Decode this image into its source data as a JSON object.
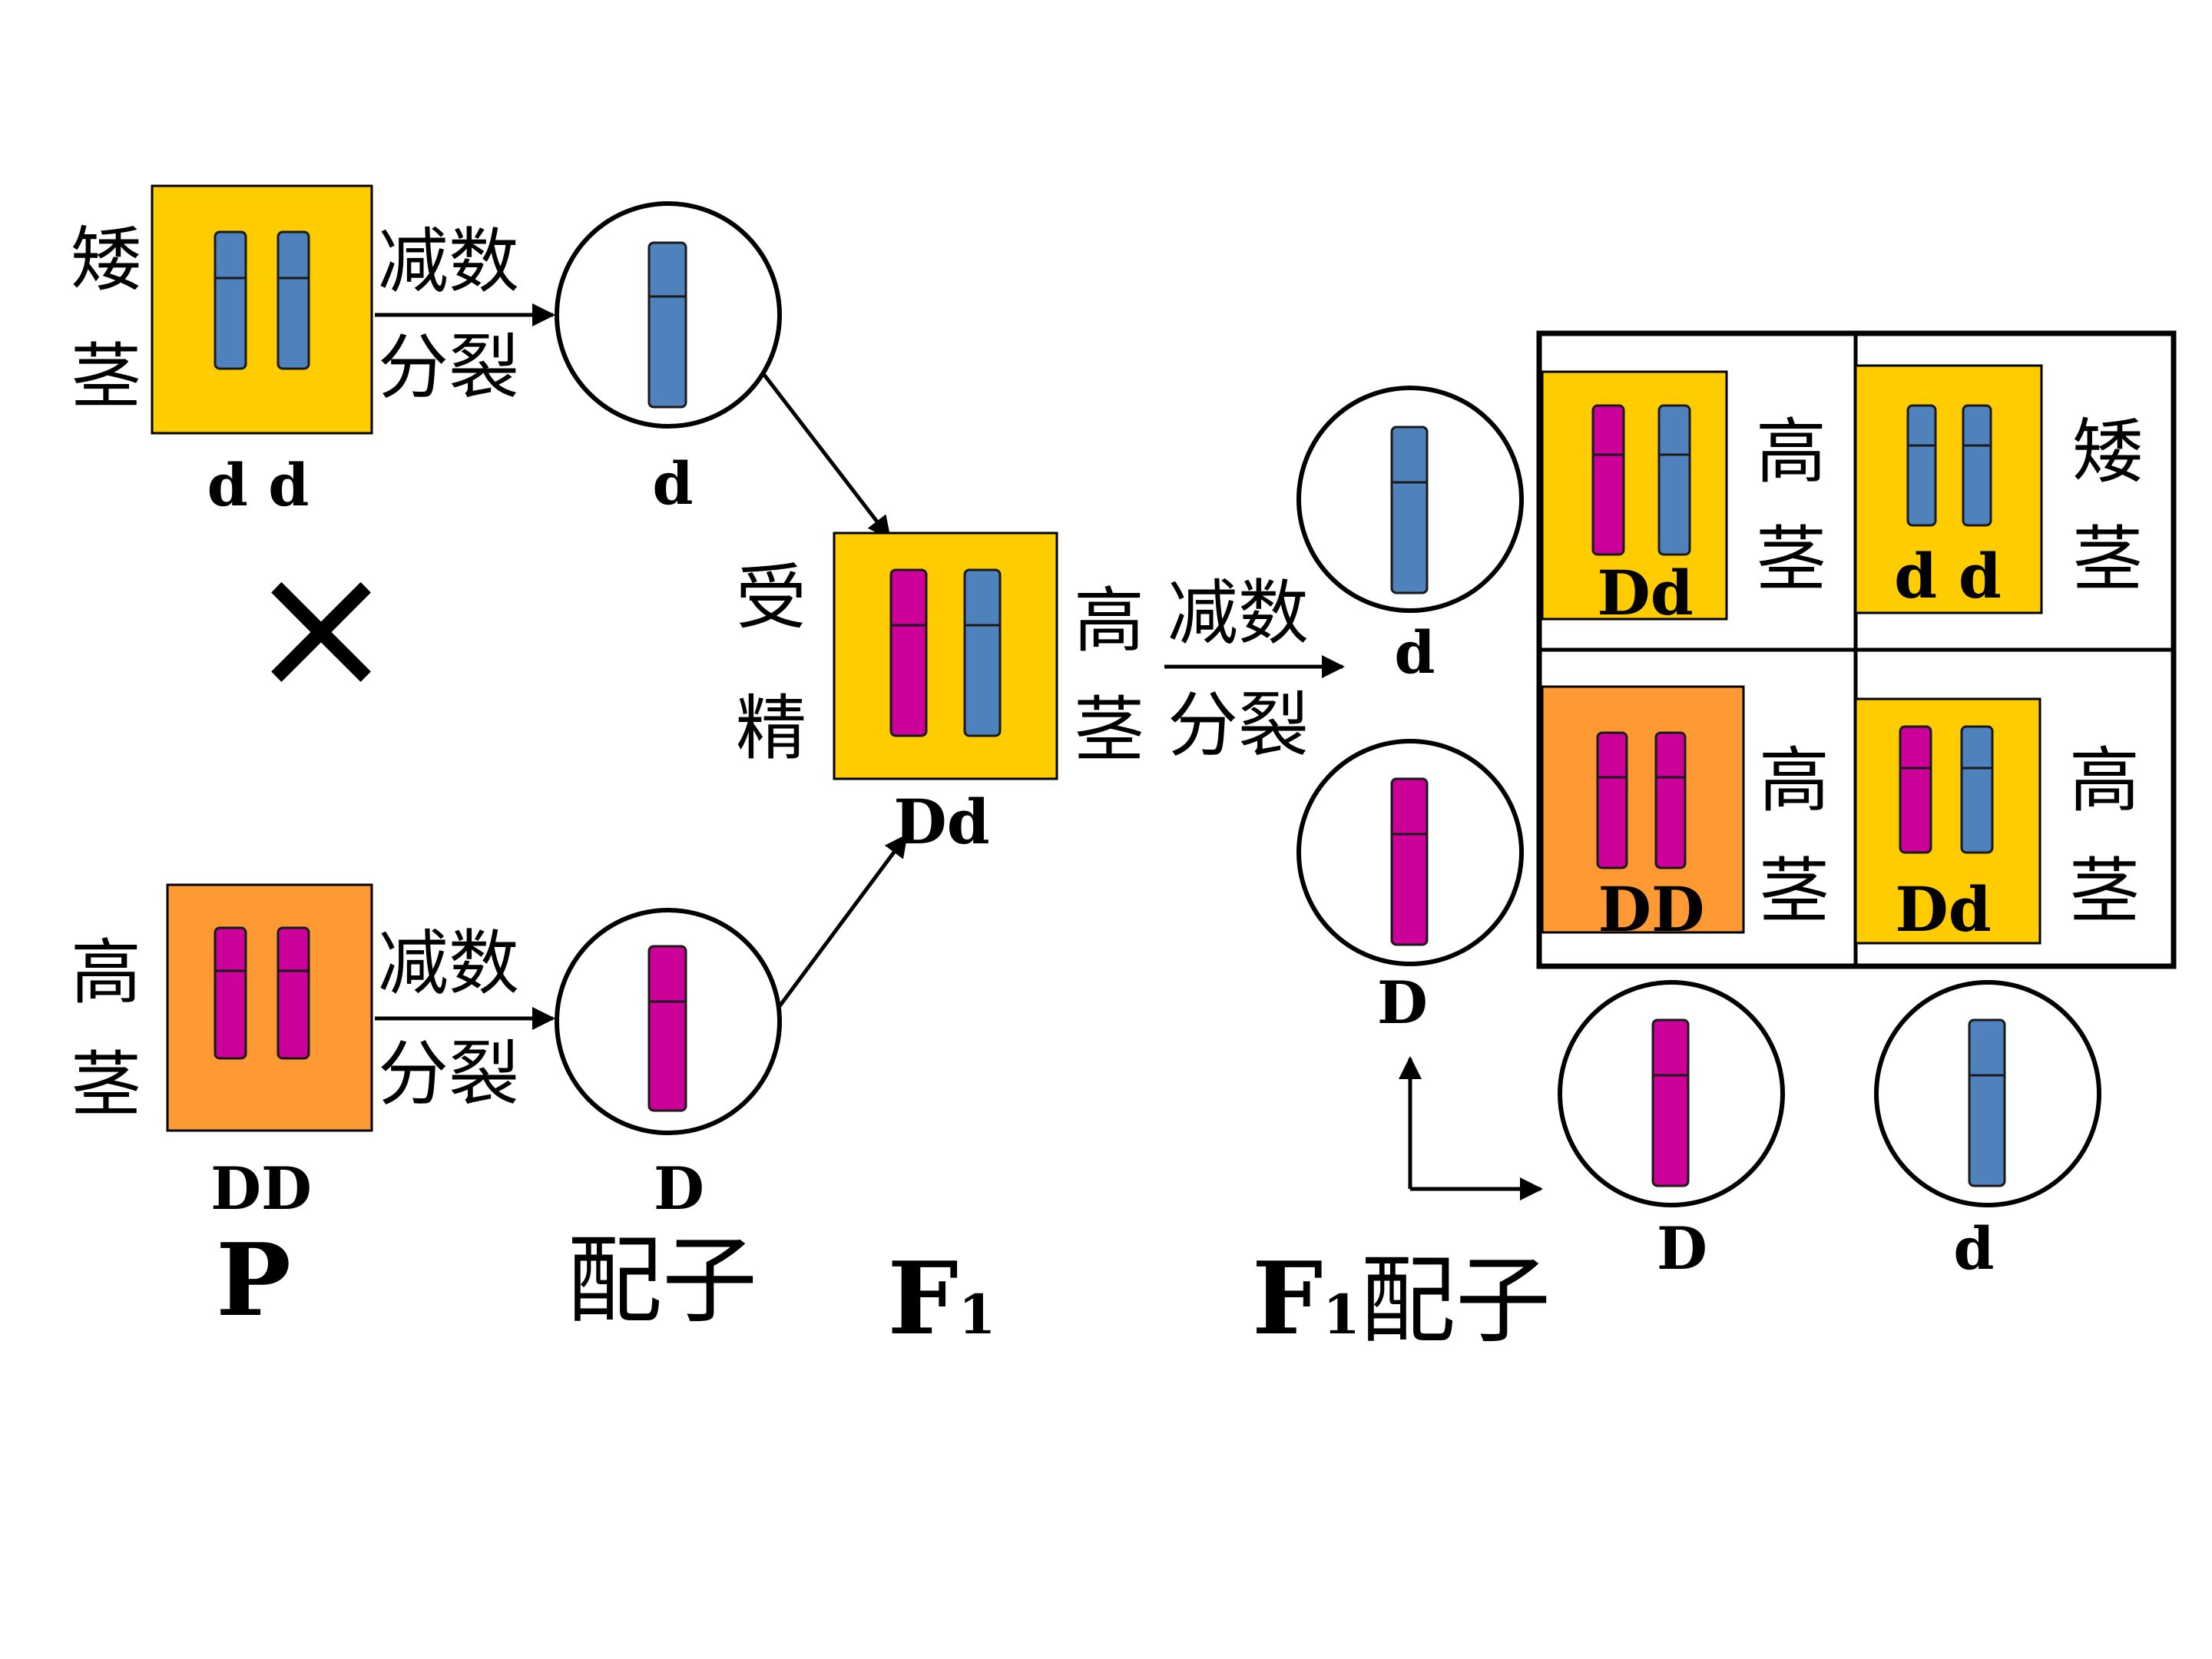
{
  "colors": {
    "yellow_box": "#ffcc00",
    "orange_box": "#ff9933",
    "blue_chromosome": "#4f81bd",
    "magenta_chromosome": "#cc0099"
  },
  "parents": {
    "dwarf": {
      "trait_chars": [
        "矮",
        "茎"
      ],
      "genotype": "d d",
      "chromosomes": [
        "d",
        "d"
      ]
    },
    "tall": {
      "trait_chars": [
        "高",
        "茎"
      ],
      "genotype": "DD",
      "chromosomes": [
        "D",
        "D"
      ]
    },
    "cross_symbol": "×"
  },
  "meiosis_label": [
    "减数",
    "分裂"
  ],
  "gametes": {
    "dwarf_gamete": "d",
    "tall_gamete": "D"
  },
  "fertilization": [
    "受",
    "精"
  ],
  "f1": {
    "genotype": "Dd",
    "trait_chars": [
      "高",
      "茎"
    ],
    "chromosomes": [
      "D",
      "d"
    ]
  },
  "f1_gametes": {
    "left": [
      "d",
      "D"
    ],
    "bottom": [
      "D",
      "d"
    ]
  },
  "punnett": [
    {
      "genotype": "Dd",
      "trait_chars": [
        "高",
        "茎"
      ],
      "chromosomes": [
        "D",
        "d"
      ],
      "box_color": "yellow"
    },
    {
      "genotype": "d d",
      "trait_chars": [
        "矮",
        "茎"
      ],
      "chromosomes": [
        "d",
        "d"
      ],
      "box_color": "yellow"
    },
    {
      "genotype": "DD",
      "trait_chars": [
        "高",
        "茎"
      ],
      "chromosomes": [
        "D",
        "D"
      ],
      "box_color": "orange"
    },
    {
      "genotype": "Dd",
      "trait_chars": [
        "高",
        "茎"
      ],
      "chromosomes": [
        "D",
        "d"
      ],
      "box_color": "yellow"
    }
  ],
  "stage_labels": {
    "p": "P",
    "gamete": "配子",
    "f1_letter": "F",
    "f1_sub": "1",
    "f1_gamete_letter": "F",
    "f1_gamete_sub": "1",
    "f1_gamete_word": "配子"
  }
}
